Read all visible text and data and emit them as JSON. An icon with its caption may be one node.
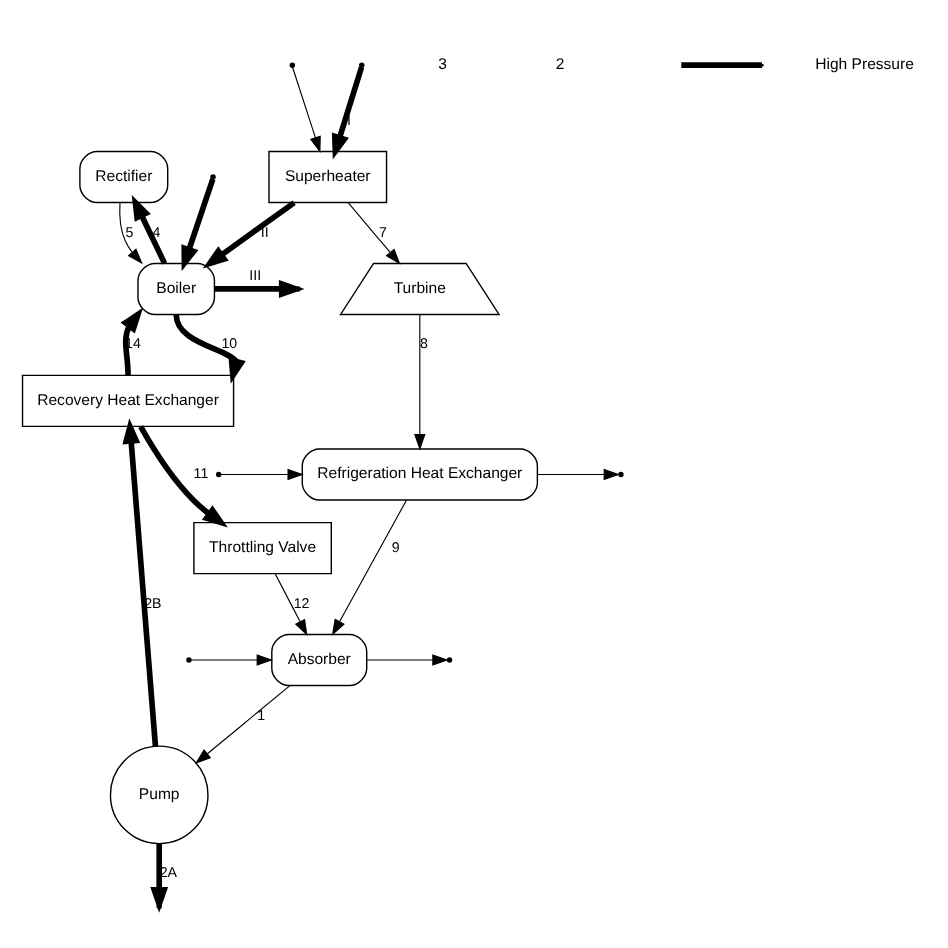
{
  "diagram": {
    "nodes": [
      {
        "text": [
          "Rectifier"
        ]
      },
      {
        "text": [
          "Boiler"
        ]
      },
      {
        "text": [
          "Superheater"
        ]
      },
      {
        "text": [
          "Recovery Heat Exchanger"
        ]
      },
      {
        "text": [
          "Turbine"
        ]
      },
      {
        "text": [
          "Throttling Valve"
        ]
      },
      {
        "text": [
          "Refrigeration Heat Exchanger"
        ]
      },
      {
        "text": [
          "Absorber"
        ]
      },
      {
        "text": [
          "Pump"
        ]
      }
    ],
    "edges": [
      {
        "from": 8,
        "to": null,
        "arrow": "to",
        "label": "2A",
        "style": "thick"
      },
      {
        "from": 8,
        "to": 3,
        "arrow": "to",
        "label": "2B",
        "style": "thick"
      },
      {
        "from": 0,
        "to": 1,
        "arrow": "to",
        "label": "5"
      },
      {
        "from": 3,
        "to": 1,
        "arrow": "to",
        "label": "14",
        "style": "thick"
      },
      {
        "from": null,
        "to": 1,
        "arrow": "to",
        "style": "thick"
      },
      {
        "from": 1,
        "to": 0,
        "arrow": "to",
        "label": "4",
        "style": "thick"
      },
      {
        "from": 1,
        "to": 3,
        "arrow": "to",
        "label": "10",
        "style": "thick"
      },
      {
        "from": null,
        "to": 2,
        "arrow": "to"
      },
      {
        "from": null,
        "to": 2,
        "arrow": "to",
        "label": "I",
        "style": "thick"
      },
      {
        "from": 2,
        "to": 1,
        "arrow": "to",
        "label": "II",
        "style": "thick"
      },
      {
        "from": 1,
        "to": null,
        "arrow": "to",
        "label": "III",
        "style": "thick"
      },
      {
        "from": 2,
        "to": 4,
        "arrow": "to",
        "label": "7"
      },
      {
        "from": 3,
        "to": 5,
        "arrow": "to",
        "label": "11",
        "style": "thick"
      },
      {
        "from": 5,
        "to": 7,
        "arrow": "to",
        "label": "12"
      },
      {
        "from": 4,
        "to": 6,
        "arrow": "to",
        "label": "8"
      },
      {
        "from": 6,
        "to": 7,
        "arrow": "to",
        "label": "9"
      },
      {
        "from": 7,
        "to": 8,
        "arrow": "to",
        "label": "1"
      },
      {
        "from": 7,
        "to": null,
        "arrow": "to"
      },
      {
        "from": null,
        "to": 7,
        "arrow": "to"
      },
      {
        "from": null,
        "to": 6,
        "arrow": "to"
      },
      {
        "from": 6,
        "to": null,
        "arrow": "to"
      }
    ],
    "labels": [
      "3",
      "2"
    ],
    "legend": [
      {
        "text": "High Pressure"
      }
    ]
  }
}
